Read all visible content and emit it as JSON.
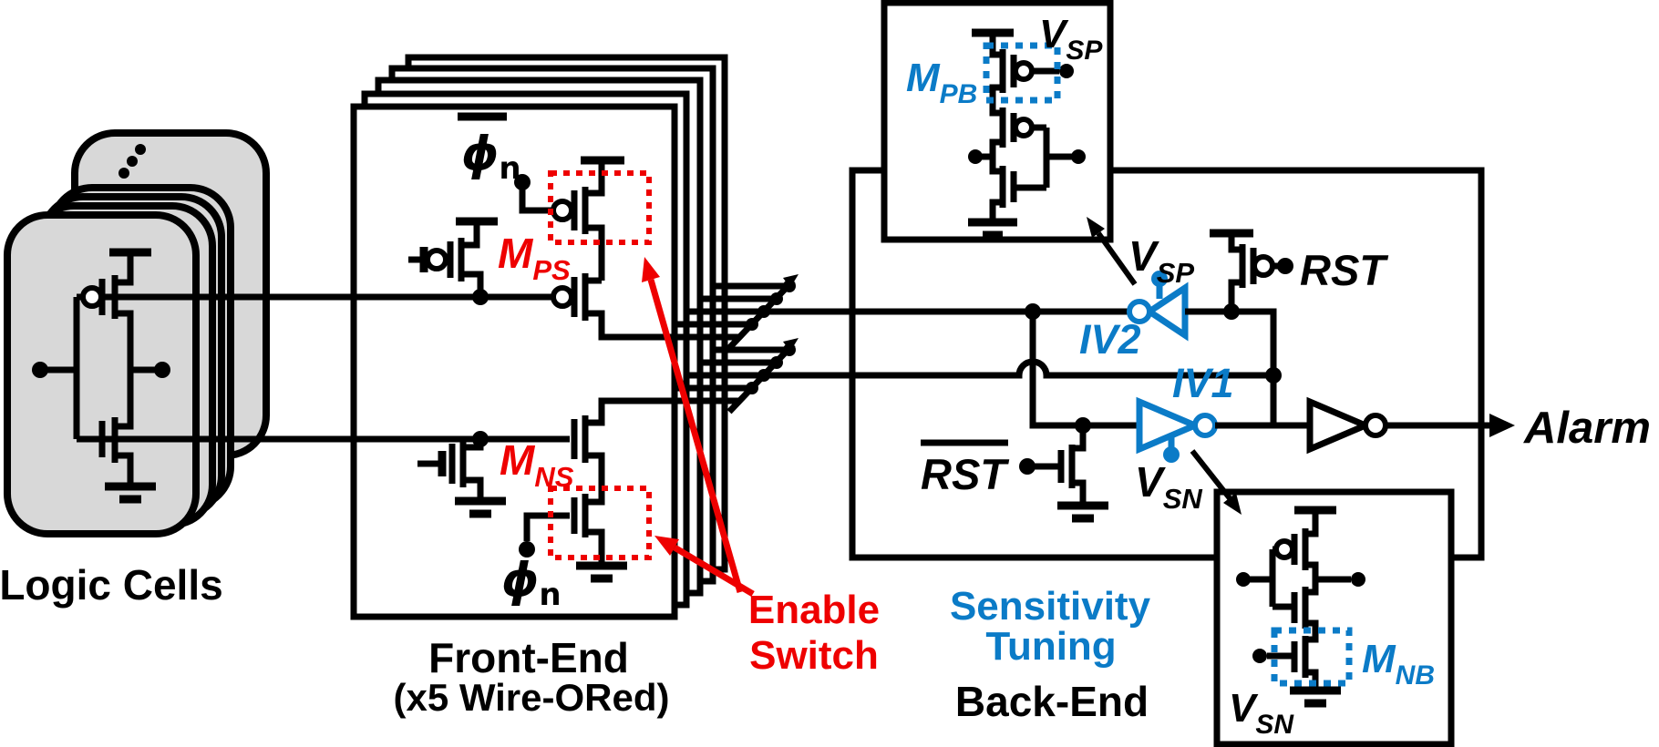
{
  "labels": {
    "logic_cells": "Logic Cells",
    "front_end": "Front-End",
    "front_end_sub": "(x5 Wire-ORed)",
    "back_end": "Back-End",
    "sensitivity_1": "Sensitivity",
    "sensitivity_2": "Tuning",
    "enable_1": "Enable",
    "enable_2": "Switch"
  },
  "sig": {
    "phi": "ϕ",
    "phi_sub": "n",
    "m": "M",
    "ps": "PS",
    "ns": "NS",
    "pb": "PB",
    "nb": "NB",
    "v": "V",
    "sp": "SP",
    "sn": "SN",
    "iv1": "IV1",
    "iv2": "IV2",
    "rst": "RST",
    "alarm": "Alarm"
  },
  "colors": {
    "accent_red": "#EE0000",
    "accent_blue": "#0B7BC7",
    "line_black": "#000000",
    "cell_gray": "#D8D8D8"
  }
}
